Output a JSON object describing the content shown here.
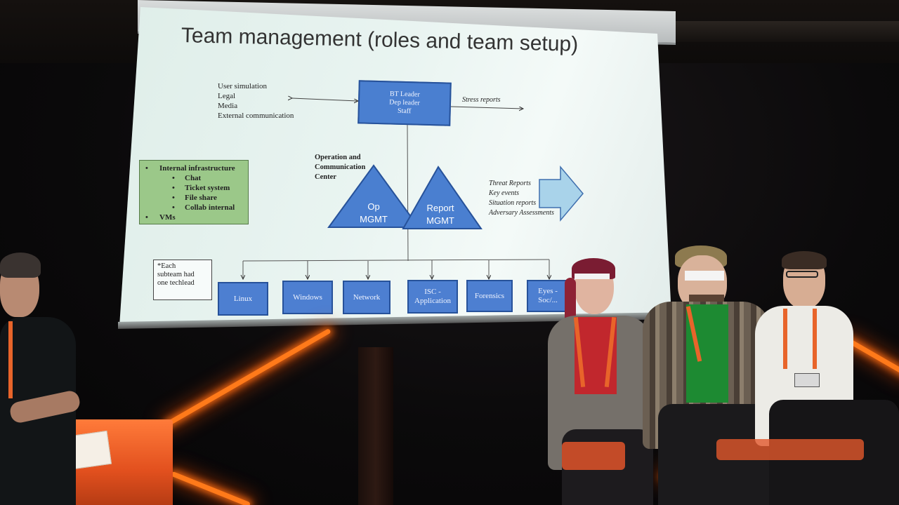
{
  "slide": {
    "title": "Team management (roles and team setup)",
    "left_roles": [
      "User simulation",
      "Legal",
      "Media",
      "External communication"
    ],
    "leader_box": [
      "BT Leader",
      "Dep leader",
      "Staff"
    ],
    "stress_reports": "Stress reports",
    "center_label": [
      "Operation and",
      "Communication",
      "Center"
    ],
    "op_triangle": [
      "Op",
      "MGMT"
    ],
    "report_triangle": [
      "Report",
      "MGMT"
    ],
    "infrastructure": {
      "heading": "Internal infrastructure",
      "items": [
        "Chat",
        "Ticket system",
        "File share",
        "Collab internal"
      ],
      "last": "VMs"
    },
    "reports_list": [
      "Threat Reports",
      "Key events",
      "Situation reports",
      "Adversary Assessments"
    ],
    "note": [
      "*Each",
      "subteam had",
      "one techlead"
    ],
    "subteams": [
      "Linux",
      "Windows",
      "Network",
      "ISC -\nApplication",
      "Forensics",
      "Eyes -\nSoc/..."
    ]
  },
  "colors": {
    "slide_blue": "#4a7fd0",
    "slide_green": "#9bc889",
    "stage_orange": "#ff7a1a"
  }
}
